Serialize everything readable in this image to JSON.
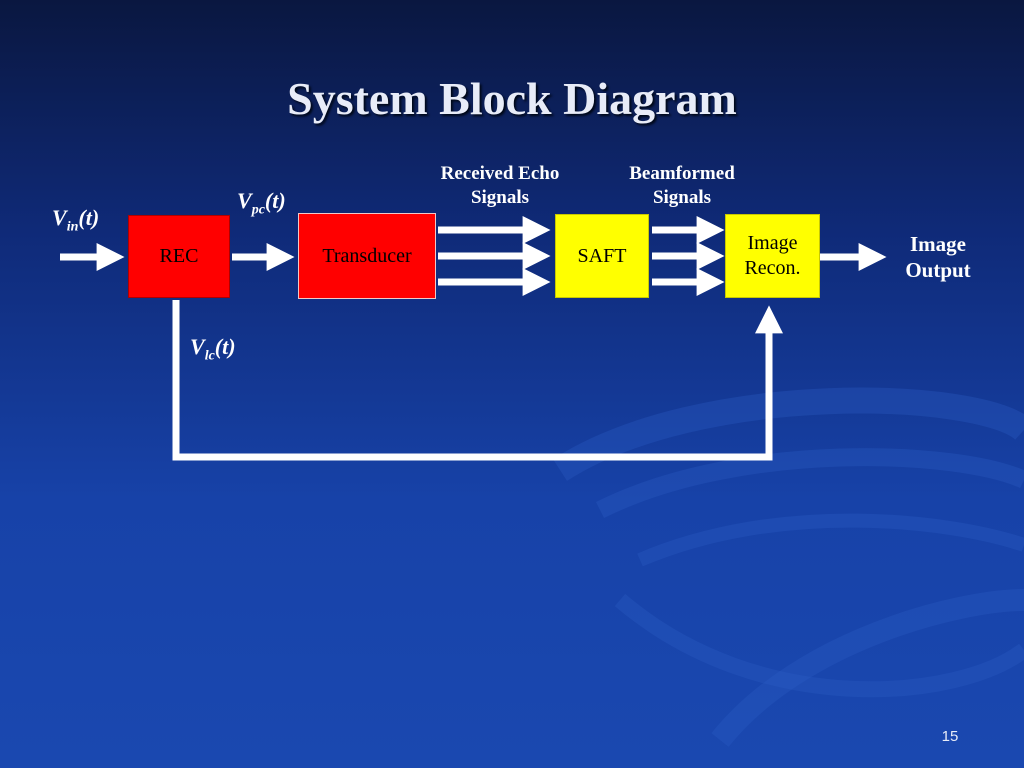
{
  "slide": {
    "title": "System Block Diagram",
    "page_number": "15"
  },
  "blocks": {
    "rec": "REC",
    "transducer": "Transducer",
    "saft": "SAFT",
    "image_recon_line1": "Image",
    "image_recon_line2": "Recon."
  },
  "labels": {
    "received_echo_line1": "Received Echo",
    "received_echo_line2": "Signals",
    "beamformed_line1": "Beamformed",
    "beamformed_line2": "Signals",
    "image_output_line1": "Image",
    "image_output_line2": "Output"
  },
  "signals": {
    "vin_main": "V",
    "vin_sub": "in",
    "vin_arg": "(t)",
    "vpc_main": "V",
    "vpc_sub": "pc",
    "vpc_arg": "(t)",
    "vlc_main": "V",
    "vlc_sub": "lc",
    "vlc_arg": "(t)"
  },
  "colors": {
    "background": "#1742a8",
    "rec_block": "#ff0000",
    "transducer_block": "#ff0000",
    "saft_block": "#ffff00",
    "recon_block": "#ffff00",
    "arrows": "#ffffff"
  }
}
